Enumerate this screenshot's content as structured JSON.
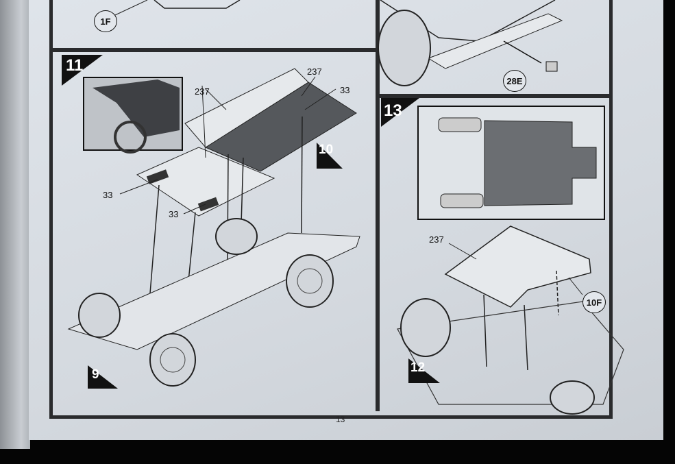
{
  "page_number": "13",
  "steps": {
    "step9": "9",
    "step10": "10",
    "step11": "11",
    "step12": "12",
    "step13": "13"
  },
  "part_callouts": {
    "top_left": "1F",
    "top_right": "28E",
    "step13": "10F"
  },
  "step11_labels": [
    "237",
    "237",
    "33",
    "33",
    "33"
  ],
  "step13_labels": [
    "237"
  ],
  "colors": {
    "page": "#d9dee4",
    "frame": "#2a2b2d",
    "part_fill": "#5a5d61"
  }
}
